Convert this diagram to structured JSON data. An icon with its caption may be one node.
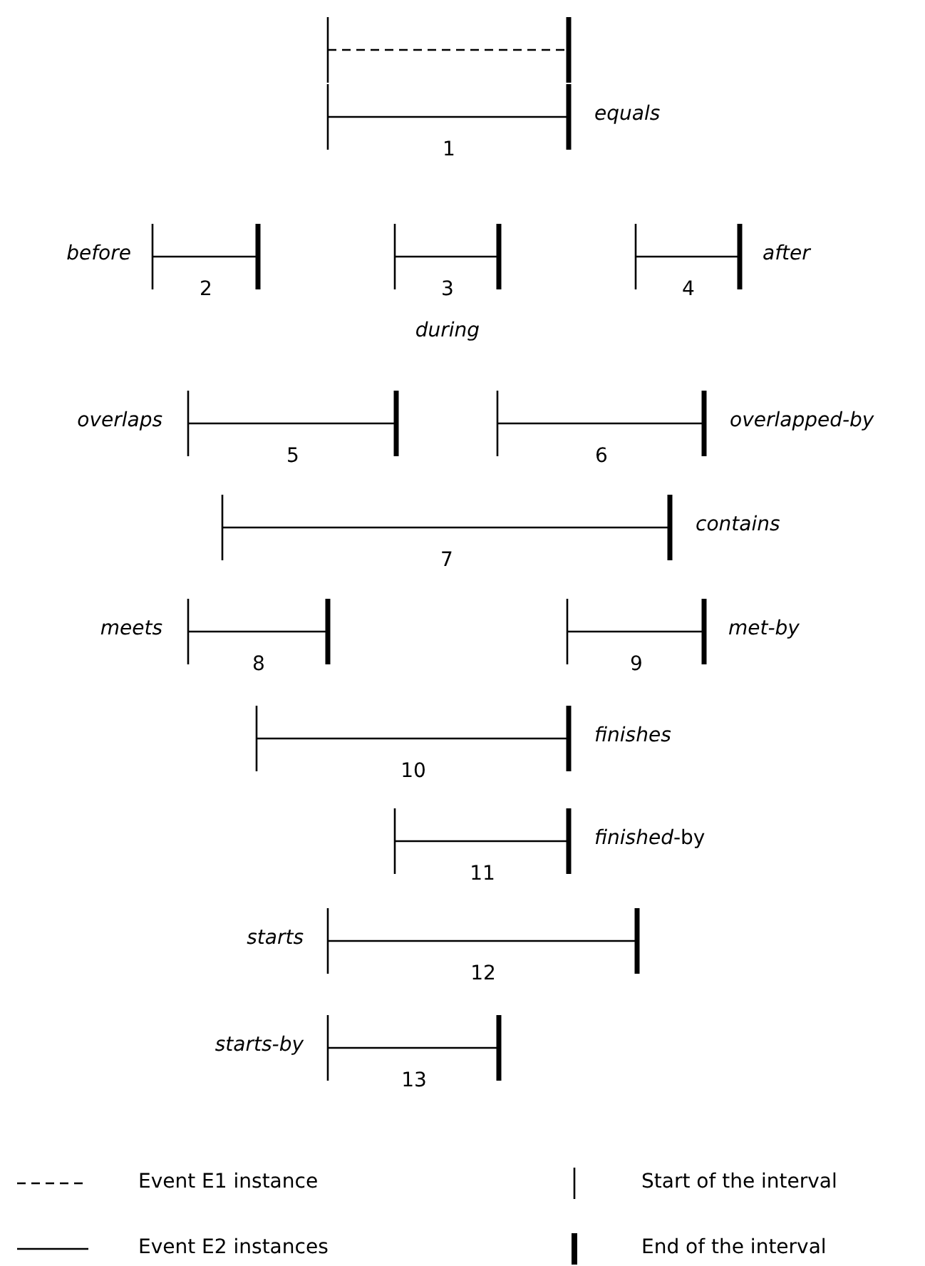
{
  "diagram": {
    "nodes": [
      {
        "text": [],
        "shape": "bar"
      },
      {
        "text": [
          "1"
        ],
        "beside": [
          "*equals*"
        ]
      },
      {
        "text": [
          "2"
        ],
        "beside": [
          "*before*"
        ]
      },
      {
        "text": [
          "3"
        ],
        "beside": [
          "*during*"
        ]
      },
      {
        "text": [
          "4"
        ],
        "beside": [
          "*after*"
        ]
      },
      {
        "text": [
          "5"
        ],
        "beside": [
          "*overlaps*"
        ]
      },
      {
        "text": [
          "6"
        ],
        "beside": [
          "*overlapped-by*"
        ]
      },
      {
        "text": [
          "7"
        ],
        "beside": [
          "*contains*"
        ]
      },
      {
        "text": [
          "8"
        ],
        "beside": [
          "*meets*"
        ]
      },
      {
        "text": [
          "9"
        ],
        "beside": [
          "*met-by*"
        ]
      },
      {
        "text": [
          "10"
        ],
        "beside": [
          "*finishes*"
        ]
      },
      {
        "text": [
          "11"
        ],
        "beside": [
          "*finished*-by"
        ]
      },
      {
        "text": [
          "12"
        ],
        "beside": [
          "*starts*"
        ]
      },
      {
        "text": [
          "13"
        ],
        "beside": [
          "*starts-by*"
        ]
      }
    ],
    "legend": [
      {
        "text": "Event E1 instance"
      },
      {
        "text": "Start of the interval"
      },
      {
        "text": "Event E2 instances"
      },
      {
        "text": "End of the interval"
      }
    ]
  }
}
